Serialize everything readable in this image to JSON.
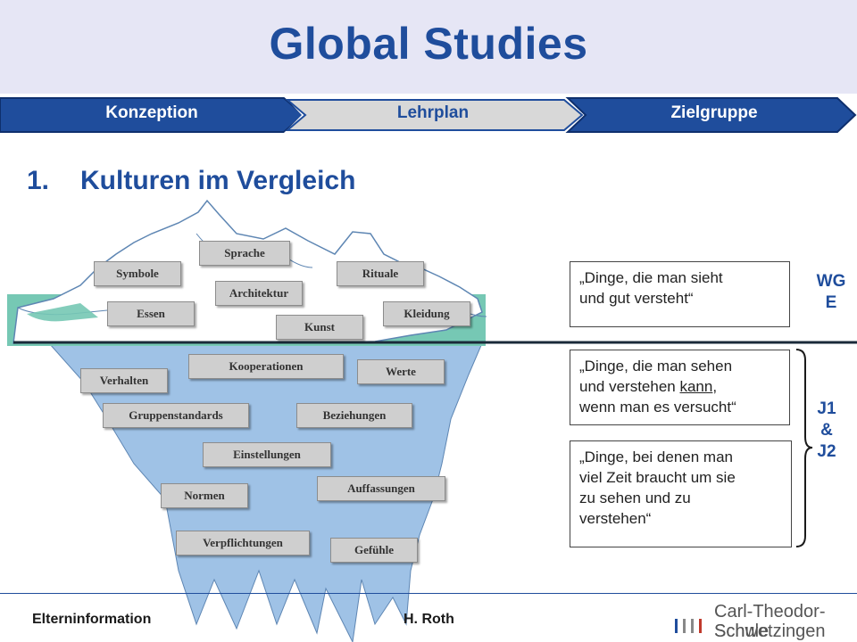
{
  "header": {
    "title": "Global Studies"
  },
  "nav": {
    "tabs": [
      {
        "label": "Konzeption"
      },
      {
        "label": "Lehrplan"
      },
      {
        "label": "Zielgruppe"
      }
    ]
  },
  "section": {
    "number": "1.",
    "title": "Kulturen im Vergleich"
  },
  "iceberg": {
    "above": {
      "symbole": "Symbole",
      "sprache": "Sprache",
      "rituale": "Rituale",
      "architektur": "Architektur",
      "essen": "Essen",
      "kleidung": "Kleidung",
      "kunst": "Kunst"
    },
    "below": {
      "kooperationen": "Kooperationen",
      "verhalten": "Verhalten",
      "werte": "Werte",
      "gruppenstandards": "Gruppenstandards",
      "beziehungen": "Beziehungen",
      "einstellungen": "Einstellungen",
      "normen": "Normen",
      "auffassungen": "Auffassungen",
      "verpflichtungen": "Verpflichtungen",
      "gefuehle": "Gefühle"
    }
  },
  "quotes": {
    "visible_l1": "„Dinge, die man sieht",
    "visible_l2": "und gut versteht“",
    "try_l1": "„Dinge, die man sehen",
    "try_l2a": "und verstehen ",
    "try_l2b": "kann",
    "try_l2c": ",",
    "try_l3": "wenn man es versucht“",
    "time_l1": "„Dinge, bei denen man",
    "time_l2": "viel Zeit braucht um sie",
    "time_l3": "zu sehen und zu",
    "time_l4": "verstehen“"
  },
  "side": {
    "wge_l1": "WG",
    "wge_l2": "E",
    "j_l1": "J1",
    "j_l2": "&",
    "j_l3": "J2"
  },
  "footer": {
    "left": "Elterninformation",
    "author": "H. Roth",
    "school_l1": "Carl-Theodor-Schule",
    "school_l2": "Schwetzingen"
  },
  "colors": {
    "brand_blue": "#1f4d9c",
    "nav_blue": "#1f4d9c",
    "nav_active": "#d8d8d8",
    "water": "#76c8b4",
    "ice_under": "#9fc2e6",
    "label_gray": "#cfcfcf"
  }
}
